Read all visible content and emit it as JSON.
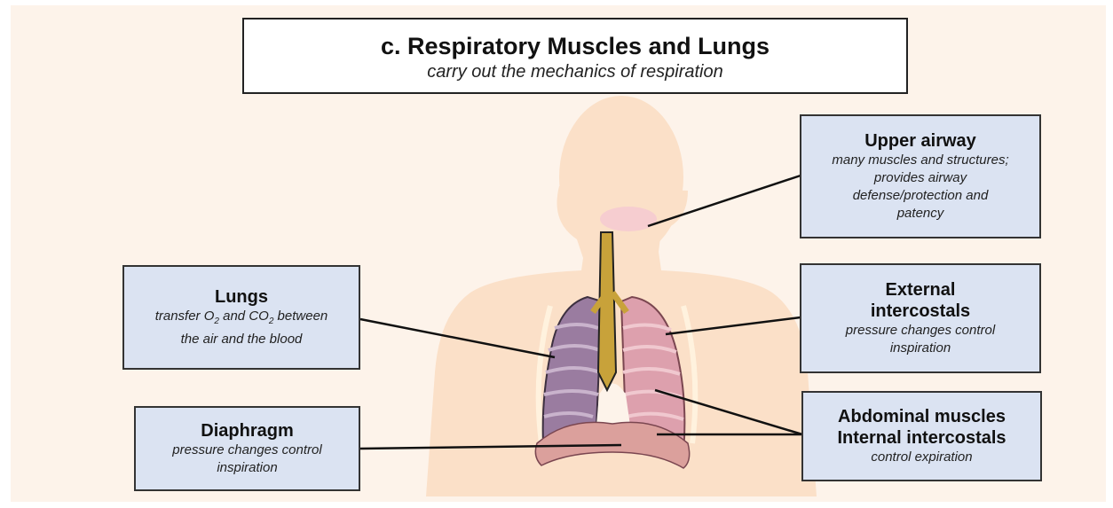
{
  "title": "c. Respiratory Muscles and Lungs",
  "subtitle": "carry out the mechanics of respiration",
  "labels": {
    "upper_airway": {
      "title": "Upper airway",
      "desc": "many muscles and structures; provides airway defense/protection and patency"
    },
    "lungs": {
      "title": "Lungs",
      "desc_part1": "transfer O",
      "sub1": "2",
      "desc_part2": " and CO",
      "sub2": "2",
      "desc_part3": " between the air and the blood"
    },
    "external_intercostals": {
      "title": "External intercostals",
      "desc": "pressure changes control inspiration"
    },
    "diaphragm": {
      "title": "Diaphragm",
      "desc": "pressure changes control inspiration"
    },
    "abdominal": {
      "title_line1": "Abdominal muscles",
      "title_line2": "Internal intercostals",
      "desc": "control expiration"
    }
  },
  "colors": {
    "background": "#fdf3ea",
    "body_silhouette": "#fbe0c8",
    "label_fill": "#dbe3f2",
    "trachea": "#c8a23a",
    "left_lung": "#9a7ca0",
    "right_lung": "#dda0ad",
    "diaphragm": "#dba09c",
    "throat": "#f6cdd0"
  }
}
